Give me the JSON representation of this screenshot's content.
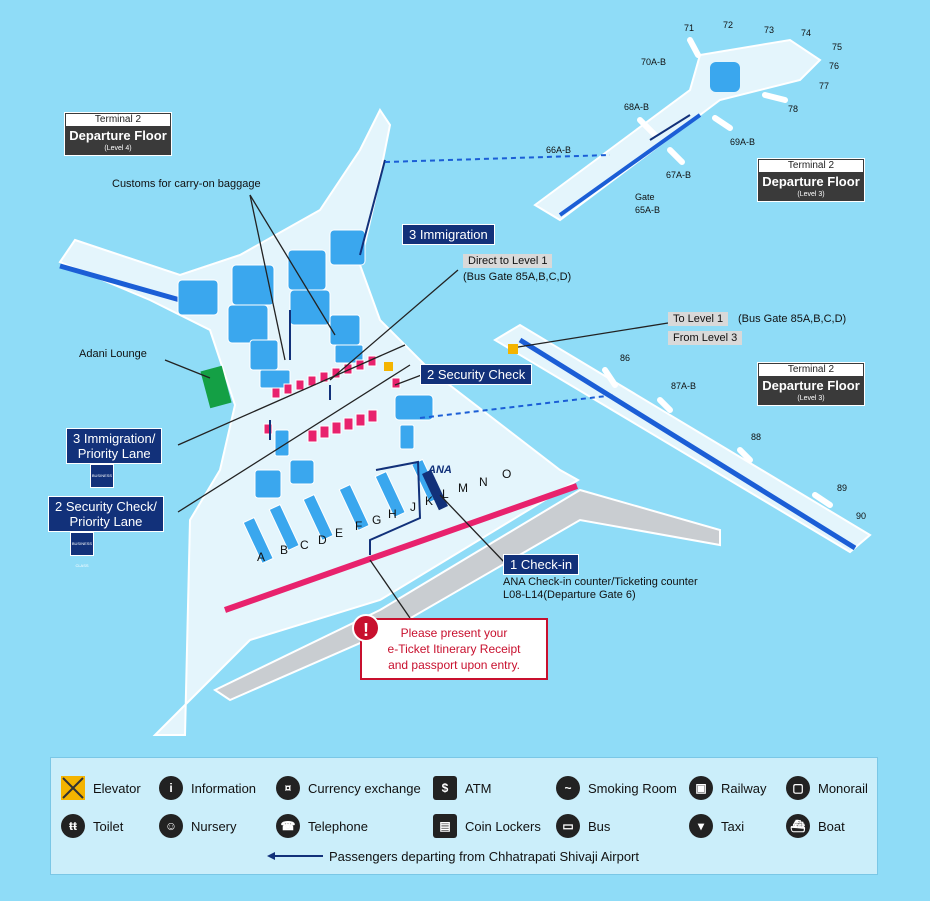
{
  "colors": {
    "background": "#8fdcf7",
    "floor": "#e4f5fc",
    "block": "#3aa7ee",
    "navy": "#12317a",
    "pink": "#e8226d",
    "alert": "#c8102e",
    "lounge": "#14a045"
  },
  "terminal_boxes": [
    {
      "line1": "Terminal 2",
      "line2": "Departure Floor",
      "line3": "(Level 4)"
    },
    {
      "line1": "Terminal 2",
      "line2": "Departure Floor",
      "line3": "(Level 3)"
    },
    {
      "line1": "Terminal 2",
      "line2": "Departure Floor",
      "line3": "(Level 3)"
    }
  ],
  "labels": {
    "customs": "Customs for carry-on baggage",
    "immigration3": "3 Immigration",
    "direct_level1": "Direct to Level 1",
    "bus_gate_85": "(Bus Gate 85A,B,C,D)",
    "to_level1": "To Level 1",
    "to_level1_bus": "(Bus Gate 85A,B,C,D)",
    "from_level3": "From Level 3",
    "security2": "2 Security Check",
    "adani": "Adani Lounge",
    "immig_priority_1": "3 Immigration/",
    "immig_priority_2": "Priority Lane",
    "sec_priority_1": "2 Security Check/",
    "sec_priority_2": "Priority Lane",
    "checkin": "1 Check-in",
    "ana_desc_1": "ANA Check-in counter/Ticketing counter",
    "ana_desc_2": "L08-L14(Departure Gate 6)",
    "ana_logo": "ANA",
    "business_class": "BUSINESS CLASS"
  },
  "warning": {
    "icon": "!",
    "line1": "Please present your",
    "line2": "e-Ticket Itinerary Receipt",
    "line3": "and passport upon entry."
  },
  "gates": [
    "71",
    "72",
    "73",
    "74",
    "75",
    "76",
    "77",
    "70A-B",
    "78",
    "68A-B",
    "69A-B",
    "66A-B",
    "67A-B",
    "Gate",
    "65A-B",
    "86",
    "87A-B",
    "88",
    "89",
    "90"
  ],
  "counters": [
    "A",
    "B",
    "C",
    "D",
    "E",
    "F",
    "G",
    "H",
    "J",
    "K",
    "L",
    "M",
    "N",
    "O"
  ],
  "legend": [
    {
      "label": "Elevator",
      "icon": "elevator-icon"
    },
    {
      "label": "Information",
      "icon": "information-icon"
    },
    {
      "label": "Currency exchange",
      "icon": "currency-exchange-icon"
    },
    {
      "label": "ATM",
      "icon": "atm-icon"
    },
    {
      "label": "Smoking Room",
      "icon": "smoking-room-icon"
    },
    {
      "label": "Railway",
      "icon": "railway-icon"
    },
    {
      "label": "Monorail",
      "icon": "monorail-icon"
    },
    {
      "label": "Toilet",
      "icon": "toilet-icon"
    },
    {
      "label": "Nursery",
      "icon": "nursery-icon"
    },
    {
      "label": "Telephone",
      "icon": "telephone-icon"
    },
    {
      "label": "Coin Lockers",
      "icon": "coin-lockers-icon"
    },
    {
      "label": "Bus",
      "icon": "bus-icon"
    },
    {
      "label": "Taxi",
      "icon": "taxi-icon"
    },
    {
      "label": "Boat",
      "icon": "boat-icon"
    }
  ],
  "legend_route": "Passengers departing from Chhatrapati Shivaji Airport"
}
